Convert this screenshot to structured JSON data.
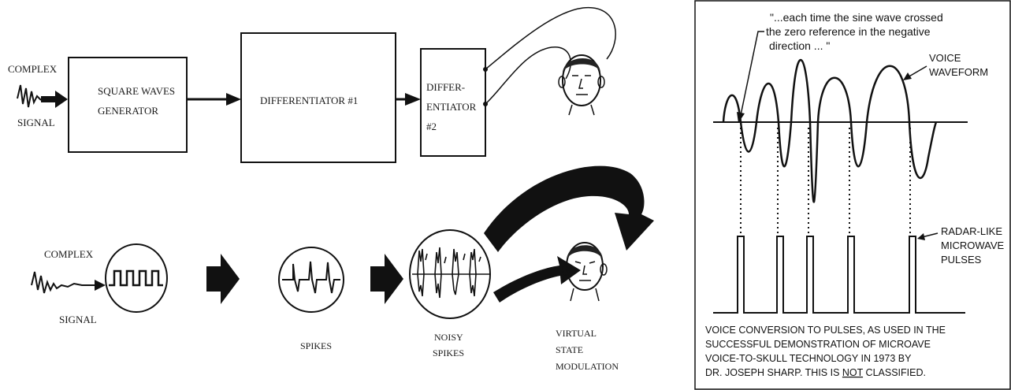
{
  "left_diagram": {
    "top_chain": {
      "input_label_1": "COMPLEX",
      "input_label_2": "SIGNAL",
      "box1_line1": "SQUARE WAVES",
      "box1_line2": "GENERATOR",
      "box2_label": "DIFFERENTIATOR #1",
      "box3_line1": "DIFFER-",
      "box3_line2": "ENTIATOR",
      "box3_line3": "#2"
    },
    "bottom_chain": {
      "input_label_1": "COMPLEX",
      "input_label_2": "SIGNAL",
      "spikes_label": "SPIKES",
      "noisy_line1": "NOISY",
      "noisy_line2": "SPIKES",
      "output_line1": "VIRTUAL",
      "output_line2": "STATE",
      "output_line3": "MODULATION"
    }
  },
  "right_diagram": {
    "quote_line1": "\"...each time the sine wave crossed",
    "quote_line2": "the zero reference in the negative",
    "quote_line3": "direction ... \"",
    "voice_line1": "VOICE",
    "voice_line2": "WAVEFORM",
    "radar_line1": "RADAR-LIKE",
    "radar_line2": "MICROWAVE",
    "radar_line3": "PULSES",
    "caption_line1": "VOICE CONVERSION TO PULSES, AS USED IN THE",
    "caption_line2": "SUCCESSFUL DEMONSTRATION OF MICROAVE",
    "caption_line3": "VOICE-TO-SKULL TECHNOLOGY IN 1973 BY",
    "caption_line4_a": "DR. JOSEPH SHARP.  THIS IS ",
    "caption_line4_b": "NOT",
    "caption_line4_c": " CLASSIFIED."
  }
}
